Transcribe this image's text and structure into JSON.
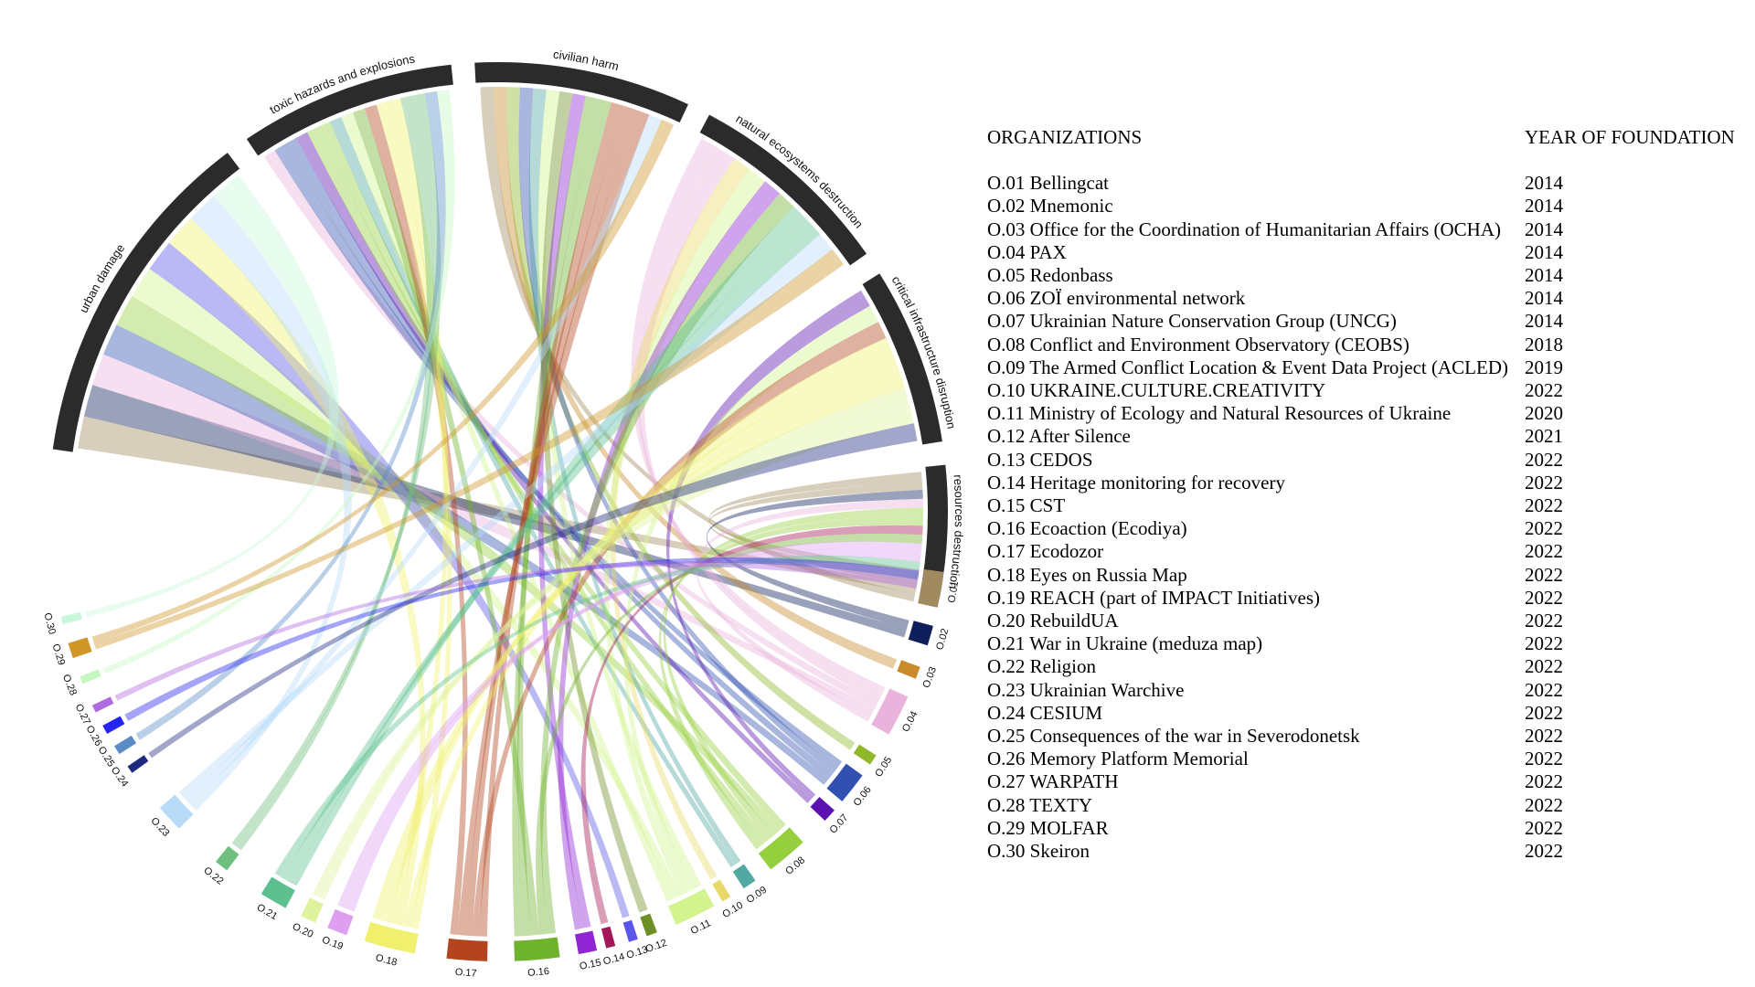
{
  "sectors": [
    {
      "name": "urban damage",
      "color": "#2b2b2b"
    },
    {
      "name": "toxic hazards and explosions",
      "color": "#2b2b2b"
    },
    {
      "name": "civilian harm",
      "color": "#2b2b2b"
    },
    {
      "name": "natural ecosystems destruction",
      "color": "#2b2b2b"
    },
    {
      "name": "critical infrastructure disruption",
      "color": "#2b2b2b"
    },
    {
      "name": "resources destruction",
      "color": "#2b2b2b"
    }
  ],
  "organizations": [
    {
      "code": "O.01",
      "color": "#a28a60"
    },
    {
      "code": "O.02",
      "color": "#0f1f5c"
    },
    {
      "code": "O.03",
      "color": "#c98a2a"
    },
    {
      "code": "O.04",
      "color": "#eab3dc"
    },
    {
      "code": "O.05",
      "color": "#8fb82a"
    },
    {
      "code": "O.06",
      "color": "#3150b0"
    },
    {
      "code": "O.07",
      "color": "#5b11b0"
    },
    {
      "code": "O.08",
      "color": "#95cf3d"
    },
    {
      "code": "O.09",
      "color": "#52a8a3"
    },
    {
      "code": "O.10",
      "color": "#e9d86a"
    },
    {
      "code": "O.11",
      "color": "#d2f38d"
    },
    {
      "code": "O.12",
      "color": "#6e8f24"
    },
    {
      "code": "O.13",
      "color": "#5a56e8"
    },
    {
      "code": "O.14",
      "color": "#a41655"
    },
    {
      "code": "O.15",
      "color": "#8f25d3"
    },
    {
      "code": "O.16",
      "color": "#6fb22d"
    },
    {
      "code": "O.17",
      "color": "#b3441e"
    },
    {
      "code": "O.18",
      "color": "#f0f06e"
    },
    {
      "code": "O.19",
      "color": "#de9ff0"
    },
    {
      "code": "O.20",
      "color": "#ddf29a"
    },
    {
      "code": "O.21",
      "color": "#5cc08f"
    },
    {
      "code": "O.22",
      "color": "#6fbf7f"
    },
    {
      "code": "O.23",
      "color": "#b8dcf8"
    },
    {
      "code": "O.24",
      "color": "#1e2a80"
    },
    {
      "code": "O.25",
      "color": "#5b8cc8"
    },
    {
      "code": "O.26",
      "color": "#2525f0"
    },
    {
      "code": "O.27",
      "color": "#b06ae0"
    },
    {
      "code": "O.28",
      "color": "#c5f7c0"
    },
    {
      "code": "O.29",
      "color": "#d09728"
    },
    {
      "code": "O.30",
      "color": "#c8f7dc"
    }
  ],
  "legend": {
    "header_org": "ORGANIZATIONS",
    "header_year": "YEAR OF FOUNDATION",
    "rows": [
      {
        "org": "O.01 Bellingcat",
        "year": "2014"
      },
      {
        "org": "O.02 Mnemonic",
        "year": "2014"
      },
      {
        "org": "O.03 Office for the Coordination of Humanitarian Affairs (OCHA)",
        "year": "2014"
      },
      {
        "org": "O.04 PAX",
        "year": "2014"
      },
      {
        "org": "O.05 Redonbass",
        "year": "2014"
      },
      {
        "org": "O.06 ZOЇ environmental network",
        "year": "2014"
      },
      {
        "org": "O.07 Ukrainian Nature Conservation Group (UNCG)",
        "year": "2014"
      },
      {
        "org": "O.08 Conflict and Environment Observatory (CEOBS)",
        "year": "2018"
      },
      {
        "org": "O.09 The Armed Conflict Location & Event Data Project (ACLED)",
        "year": "2019"
      },
      {
        "org": "O.10 UKRAINE.CULTURE.CREATIVITY",
        "year": "2022"
      },
      {
        "org": "O.11 Ministry of Ecology and Natural Resources of Ukraine",
        "year": "2020"
      },
      {
        "org": "O.12 After Silence",
        "year": "2021"
      },
      {
        "org": "O.13 CEDOS",
        "year": "2022"
      },
      {
        "org": "O.14 Heritage monitoring for recovery",
        "year": "2022"
      },
      {
        "org": "O.15 CST",
        "year": "2022"
      },
      {
        "org": "O.16 Ecoaction (Ecodiya)",
        "year": "2022"
      },
      {
        "org": "O.17 Ecodozor",
        "year": "2022"
      },
      {
        "org": "O.18 Eyes on Russia Map",
        "year": "2022"
      },
      {
        "org": "O.19 REACH (part of IMPACT Initiatives)",
        "year": "2022"
      },
      {
        "org": "O.20 RebuildUA",
        "year": "2022"
      },
      {
        "org": "O.21 War in Ukraine (meduza map)",
        "year": "2022"
      },
      {
        "org": "O.22 Religion",
        "year": "2022"
      },
      {
        "org": "O.23 Ukrainian Warchive",
        "year": "2022"
      },
      {
        "org": "O.24 CESIUM",
        "year": "2022"
      },
      {
        "org": "O.25 Consequences of the war in Severodonetsk",
        "year": "2022"
      },
      {
        "org": "O.26 Memory Platform Memorial",
        "year": "2022"
      },
      {
        "org": "O.27 WARPATH",
        "year": "2022"
      },
      {
        "org": "O.28 TEXTY",
        "year": "2022"
      },
      {
        "org": "O.29 MOLFAR",
        "year": "2022"
      },
      {
        "org": "O.30 Skeiron",
        "year": "2022"
      }
    ]
  }
}
